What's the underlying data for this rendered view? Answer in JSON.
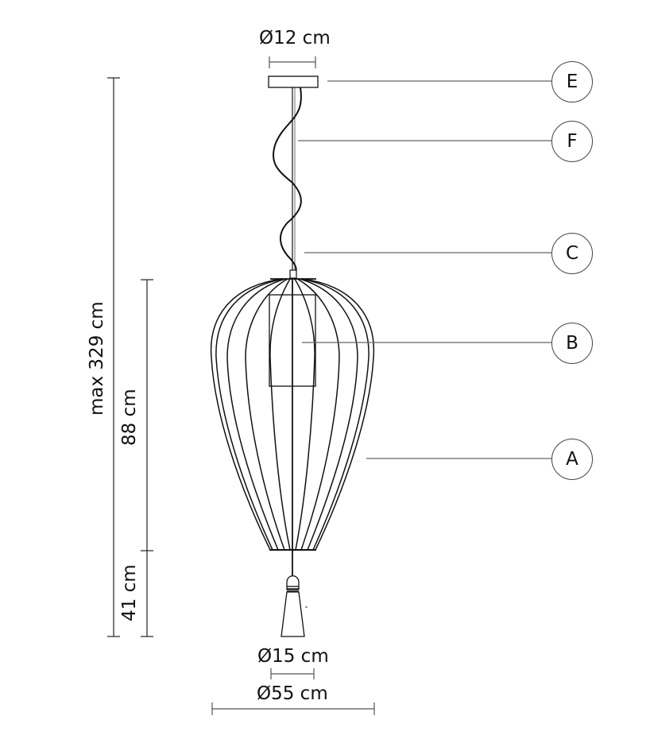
{
  "dimensions": {
    "canopy_diameter": "Ø12 cm",
    "max_height": "max 329 cm",
    "shade_height": "88 cm",
    "tassel_height": "41 cm",
    "tassel_diameter": "Ø15 cm",
    "shade_diameter": "Ø55 cm"
  },
  "callouts": [
    {
      "letter": "E",
      "part": "canopy"
    },
    {
      "letter": "F",
      "part": "power-cable"
    },
    {
      "letter": "C",
      "part": "suspension-cable"
    },
    {
      "letter": "B",
      "part": "light-source"
    },
    {
      "letter": "A",
      "part": "cage-shade"
    }
  ],
  "colors": {
    "line": "#111111",
    "dimension_line": "#555555",
    "leader_line": "#666666",
    "background": "#ffffff"
  }
}
